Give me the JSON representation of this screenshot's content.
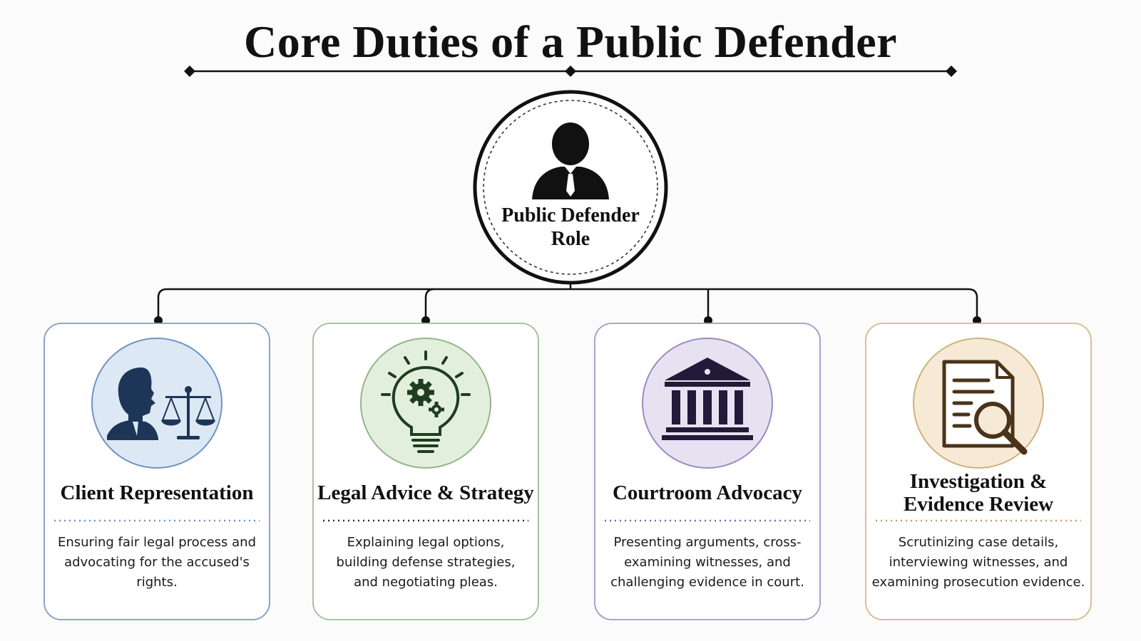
{
  "title": "Core Duties of a Public Defender",
  "center": {
    "label": "Public Defender Role",
    "icon": "person-icon"
  },
  "cards": [
    {
      "title": "Client Representation",
      "description": "Ensuring fair legal process and advocating for the accused's rights.",
      "icon": "lawyer-scales-icon",
      "accent": "#6f93c2",
      "circle_fill": "#dde8f5",
      "icon_color": "#1d3557"
    },
    {
      "title": "Legal Advice & Strategy",
      "description": "Explaining legal options, building defense strategies, and negotiating pleas.",
      "icon": "lightbulb-gears-icon",
      "accent": "#93b58a",
      "circle_fill": "#e3efdd",
      "icon_color": "#1f3d1f"
    },
    {
      "title": "Courtroom Advocacy",
      "description": "Presenting arguments, cross-examining witnesses, and challenging evidence in court.",
      "icon": "courthouse-icon",
      "accent": "#9b8bc4",
      "circle_fill": "#e7e2f2",
      "icon_color": "#231a3a"
    },
    {
      "title": "Investigation & Evidence Review",
      "description": "Scrutinizing case details, interviewing witnesses, and examining prosecution evidence.",
      "icon": "document-magnifier-icon",
      "accent": "#d1b07a",
      "circle_fill": "#f6ead6",
      "icon_color": "#4a3318"
    }
  ]
}
